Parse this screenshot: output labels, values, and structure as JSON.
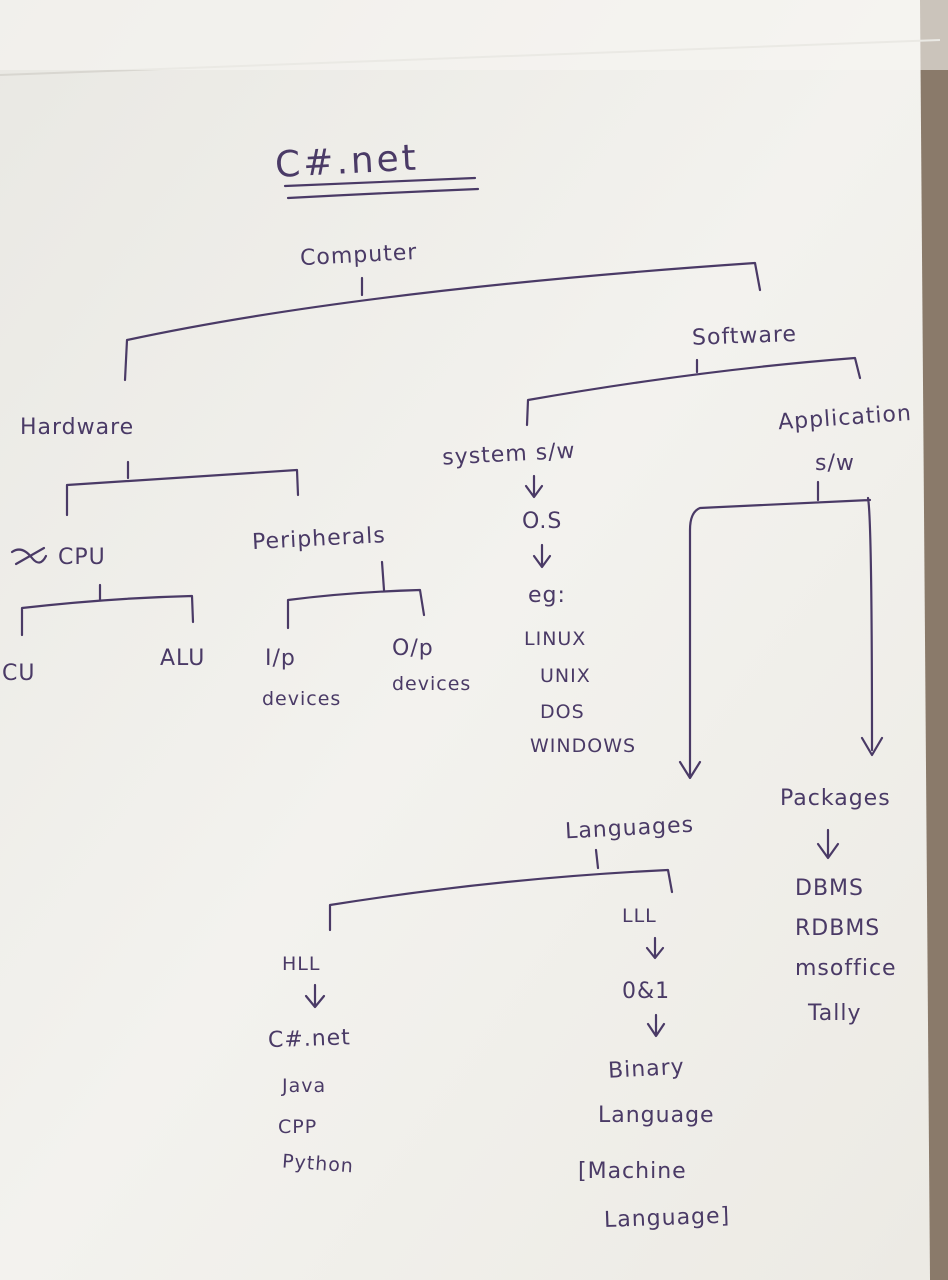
{
  "title": "C#.net",
  "nodes": {
    "computer": "Computer",
    "hardware": "Hardware",
    "software": "Software",
    "cpu": "CPU",
    "peripherals": "Peripherals",
    "cu": "CU",
    "alu": "ALU",
    "ip": "I/p",
    "ip_devices": "devices",
    "op": "O/p",
    "op_devices": "devices",
    "system_sw": "system s/w",
    "os": "O.S",
    "eg": "eg:",
    "os_examples": [
      "LINUX",
      "UNIX",
      "DOS",
      "WINDOWS"
    ],
    "application_sw": "Application",
    "application_sw_2": "s/w",
    "languages": "Languages",
    "packages": "Packages",
    "package_examples": [
      "DBMS",
      "RDBMS",
      "msoffice",
      "Tally"
    ],
    "hll": "HLL",
    "hll_examples": [
      "C#.net",
      "Java",
      "CPP",
      "Python"
    ],
    "lll": "LLL",
    "zero_one": "0&1",
    "binary_1": "Binary",
    "binary_2": "Language",
    "machine_1": "[Machine",
    "machine_2": "Language]"
  },
  "colors": {
    "ink": "#4a3a66",
    "paper": "#f1f0ec"
  }
}
